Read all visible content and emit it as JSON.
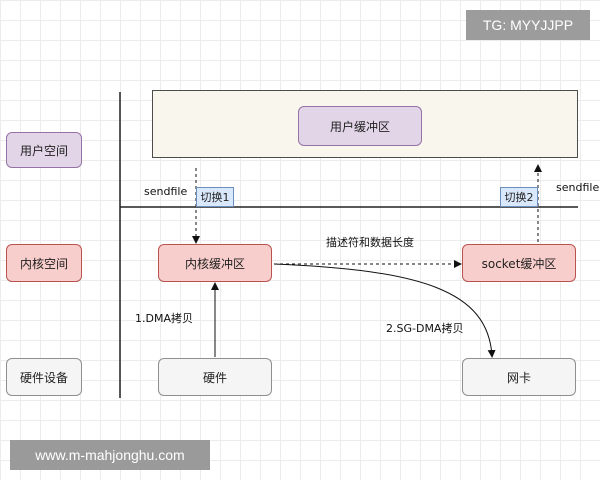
{
  "watermark": {
    "tg": "TG: MYYJJPP",
    "site": "www.m-mahjonghu.com"
  },
  "rows": {
    "user_space": "用户空间",
    "kernel_space": "内核空间",
    "hardware_device": "硬件设备"
  },
  "boxes": {
    "user_buffer": "用户缓冲区",
    "kernel_buffer": "内核缓冲区",
    "socket_buffer": "socket缓冲区",
    "hardware": "硬件",
    "nic": "网卡"
  },
  "switches": {
    "switch1": "切换1",
    "switch2": "切换2"
  },
  "labels": {
    "sendfile_left": "sendfile",
    "sendfile_right": "sendfile",
    "descriptor": "描述符和数据长度",
    "dma_copy": "1.DMA拷贝",
    "sg_dma_copy": "2.SG-DMA拷贝"
  },
  "colors": {
    "purple_fill": "#e1d5e7",
    "red_fill": "#f8cecc",
    "gray_fill": "#f5f5f5",
    "blue_fill": "#dae8fc",
    "user_area_fill": "#f9f7ed"
  }
}
